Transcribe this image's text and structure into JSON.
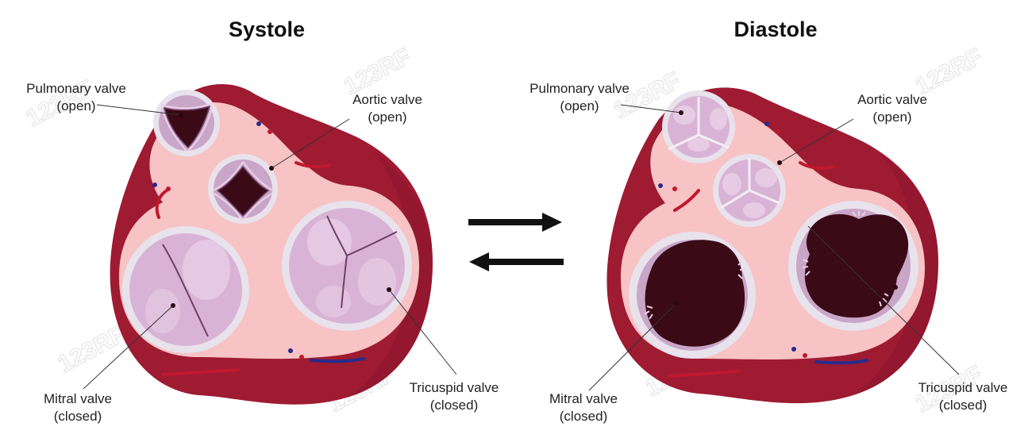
{
  "panels": {
    "systole": {
      "title": "Systole",
      "pulmonary": {
        "name": "Pulmonary valve",
        "state": "(open)"
      },
      "aortic": {
        "name": "Aortic valve",
        "state": "(open)"
      },
      "mitral": {
        "name": "Mitral valve",
        "state": "(closed)"
      },
      "tricuspid": {
        "name": "Tricuspid valve",
        "state": "(closed)"
      }
    },
    "diastole": {
      "title": "Diastole",
      "pulmonary": {
        "name": "Pulmonary valve",
        "state": "(open)"
      },
      "aortic": {
        "name": "Aortic valve",
        "state": "(open)"
      },
      "mitral": {
        "name": "Mitral valve",
        "state": "(closed)"
      },
      "tricuspid": {
        "name": "Tricuspid valve",
        "state": "(closed)"
      }
    }
  },
  "watermark": "123RF",
  "colors": {
    "myocardium": "#9e1b32",
    "myocardium_dark": "#7f1228",
    "annulus": "#f7c3c5",
    "ring": "#e8e2ec",
    "leaflet": "#d9b3d6",
    "leaflet_light": "#ead1e8",
    "leaflet_edge": "#6e3f66",
    "lumen": "#3a0a16",
    "vessel_red": "#c0182e",
    "vessel_blue": "#2a2a8a",
    "arrow": "#111111"
  }
}
